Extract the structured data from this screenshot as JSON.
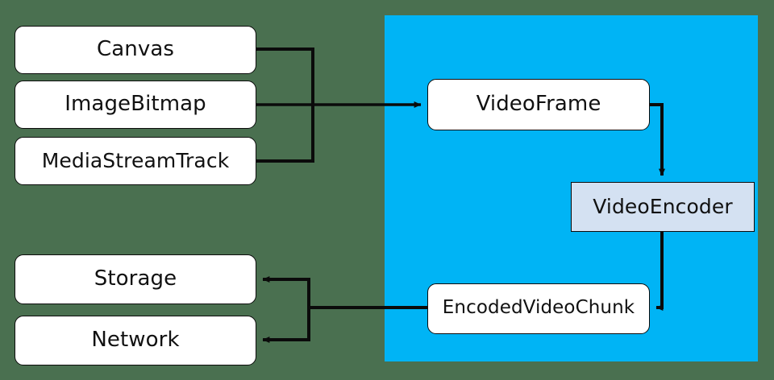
{
  "diagram": {
    "title": "WebCodecs video encoding pipeline",
    "background_color": "#4a7050",
    "region": {
      "name": "webcodecs-region",
      "fill_color": "#00b4f5",
      "label": ""
    },
    "nodes": [
      {
        "id": "canvas",
        "label": "Canvas",
        "shape": "rounded-rect",
        "fill": "#ffffff",
        "group": "sources"
      },
      {
        "id": "imagebitmap",
        "label": "ImageBitmap",
        "shape": "rounded-rect",
        "fill": "#ffffff",
        "group": "sources"
      },
      {
        "id": "mediastream",
        "label": "MediaStreamTrack",
        "shape": "rounded-rect",
        "fill": "#ffffff",
        "group": "sources"
      },
      {
        "id": "storage",
        "label": "Storage",
        "shape": "rounded-rect",
        "fill": "#ffffff",
        "group": "sinks"
      },
      {
        "id": "network",
        "label": "Network",
        "shape": "rounded-rect",
        "fill": "#ffffff",
        "group": "sinks"
      },
      {
        "id": "videoframe",
        "label": "VideoFrame",
        "shape": "rounded-rect",
        "fill": "#ffffff",
        "group": "webcodecs"
      },
      {
        "id": "videoencoder",
        "label": "VideoEncoder",
        "shape": "rect",
        "fill": "#d4e1f2",
        "group": "webcodecs"
      },
      {
        "id": "encodedchunk",
        "label": "EncodedVideoChunk",
        "shape": "rounded-rect",
        "fill": "#ffffff",
        "group": "webcodecs"
      }
    ],
    "edges": [
      {
        "id": "canvas-to-videoframe",
        "from": "canvas",
        "to": "videoframe",
        "arrow": true
      },
      {
        "id": "imagebitmap-to-videoframe",
        "from": "imagebitmap",
        "to": "videoframe",
        "arrow": true
      },
      {
        "id": "mediastream-to-videoframe",
        "from": "mediastream",
        "to": "videoframe",
        "arrow": true
      },
      {
        "id": "videoframe-to-videoencoder",
        "from": "videoframe",
        "to": "videoencoder",
        "arrow": true
      },
      {
        "id": "videoencoder-to-chunk",
        "from": "videoencoder",
        "to": "encodedchunk",
        "arrow": true
      },
      {
        "id": "chunk-to-storage",
        "from": "encodedchunk",
        "to": "storage",
        "arrow": true
      },
      {
        "id": "chunk-to-network",
        "from": "encodedchunk",
        "to": "network",
        "arrow": true
      }
    ],
    "edge_color": "#0b0b0b",
    "node_border_color": "#0b0b0b",
    "node_text_color": "#111111"
  }
}
